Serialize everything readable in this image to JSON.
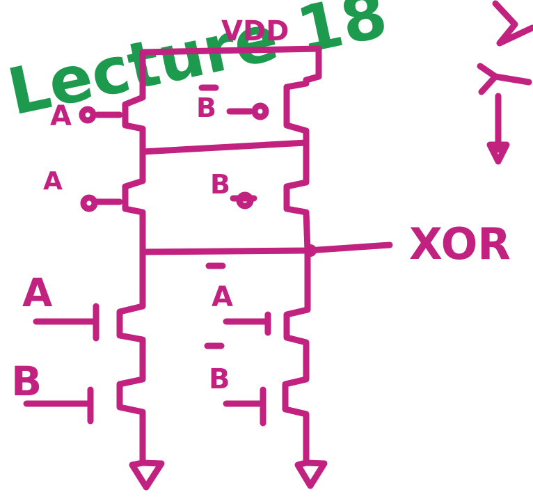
{
  "title": "Lecture 18",
  "supply_label": "VDD",
  "output_label": "XOR",
  "gate_labels": {
    "pmos_top_left": "A",
    "pmos_top_right": "B",
    "pmos_bottom_left": "A",
    "pmos_bottom_right": "B",
    "nmos_top_left": "A",
    "nmos_bottom_left": "B",
    "nmos_top_right": "A",
    "nmos_bottom_right": "B"
  },
  "colors": {
    "circuit_ink": "#c2227f",
    "title_ink": "#1e9a4e",
    "background": "#ffffff"
  }
}
